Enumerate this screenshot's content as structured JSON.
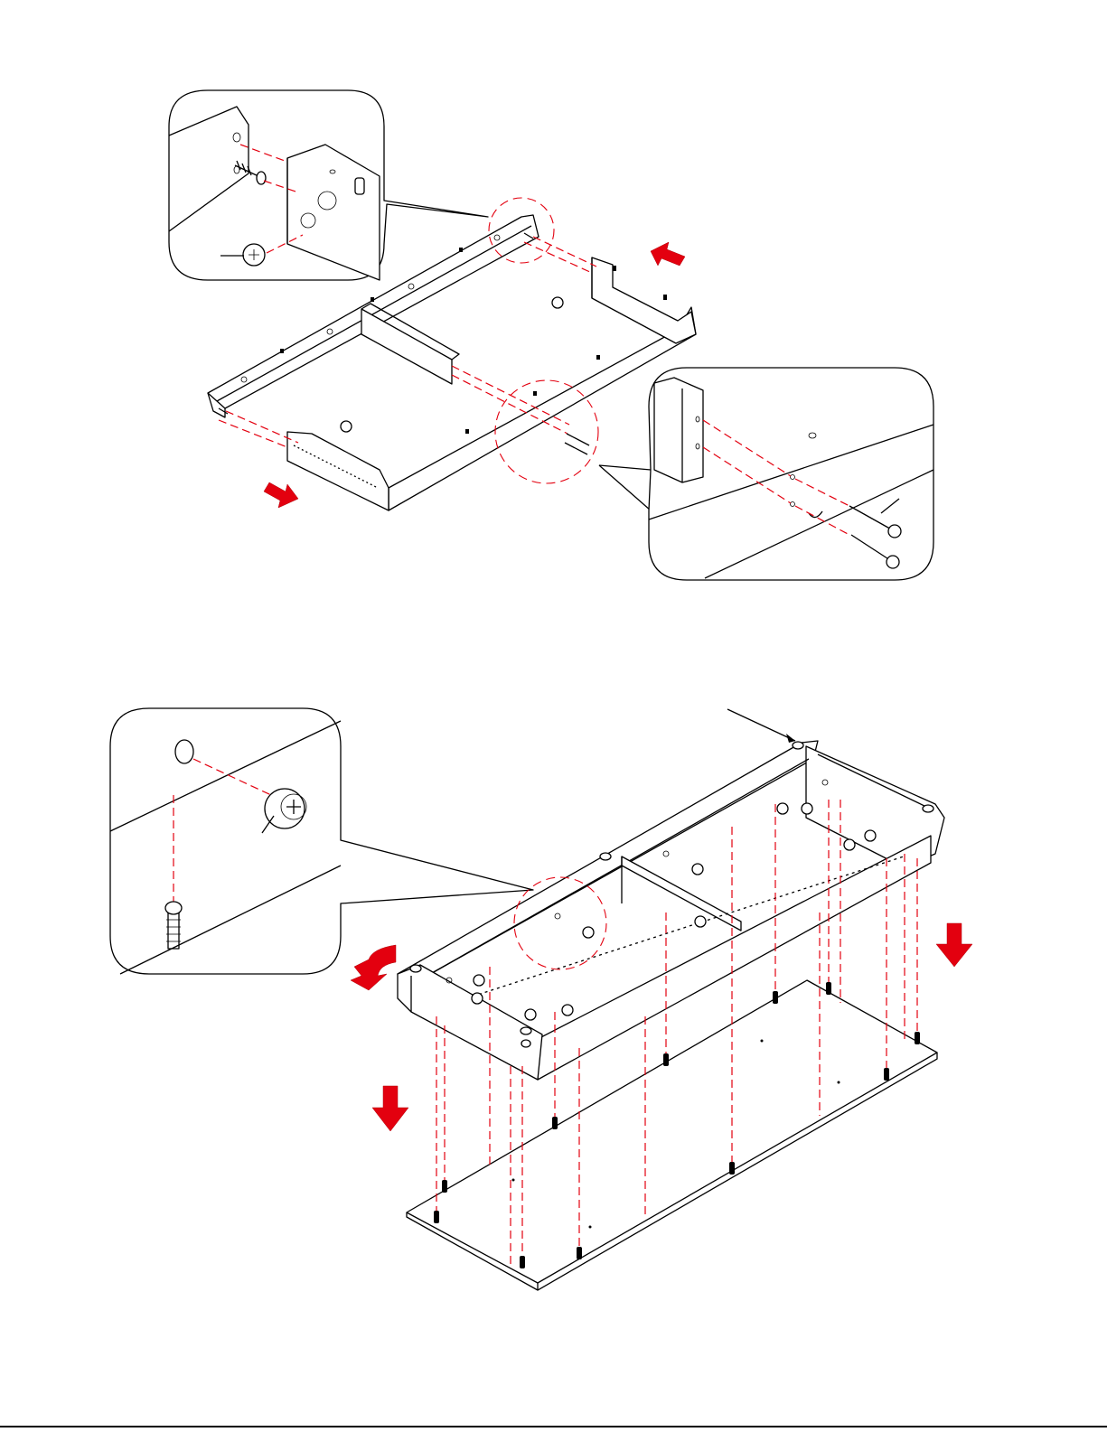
{
  "document": {
    "kind": "assembly-instruction-page",
    "steps": [
      {
        "id": "frame-assembly",
        "detail_views": [
          "cam-lock-and-bolt-detail",
          "wood-screw-detail"
        ]
      },
      {
        "id": "base-panel-attachment",
        "detail_views": [
          "cam-lock-detail"
        ]
      }
    ],
    "colors": {
      "guide_line": "#e3000f",
      "direction_arrow": "#e3000f",
      "line_art": "#000000"
    },
    "icons": [
      "cam-lock-icon",
      "cam-bolt-icon",
      "wood-screw-icon",
      "direction-arrow-icon",
      "flip-arrow-icon"
    ]
  }
}
